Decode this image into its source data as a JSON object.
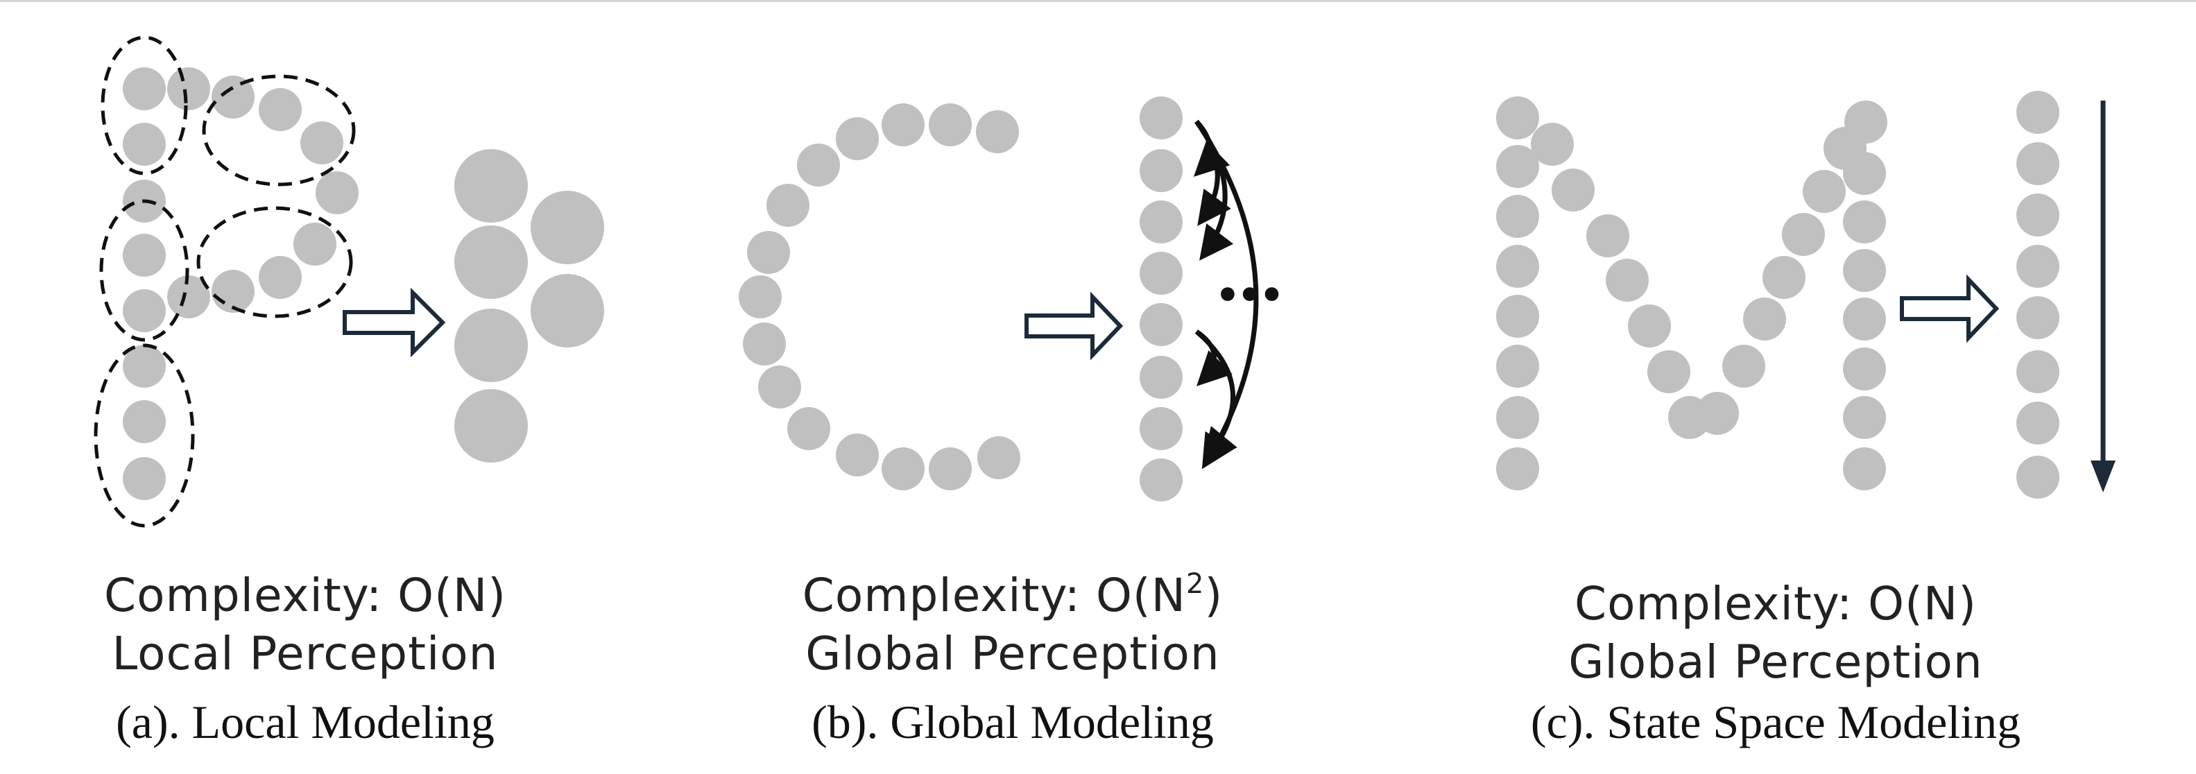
{
  "colors": {
    "dot": "#c0c0c0",
    "ink": "#111111",
    "arrow_outline": "#1c2a3a"
  },
  "panels": [
    {
      "id": "a",
      "complexity_prefix": "Complexity: O(N",
      "complexity_exponent": "",
      "complexity_suffix": ")",
      "perception": "Local Perception",
      "title": "(a). Local Modeling"
    },
    {
      "id": "b",
      "complexity_prefix": "Complexity: O(N",
      "complexity_exponent": "2",
      "complexity_suffix": ")",
      "perception": "Global Perception",
      "title": "(b). Global Modeling",
      "ellipsis_label": "•••"
    },
    {
      "id": "c",
      "complexity_prefix": "Complexity: O(N",
      "complexity_exponent": "",
      "complexity_suffix": ")",
      "perception": "Global Perception",
      "title": "(c). State Space Modeling"
    }
  ]
}
